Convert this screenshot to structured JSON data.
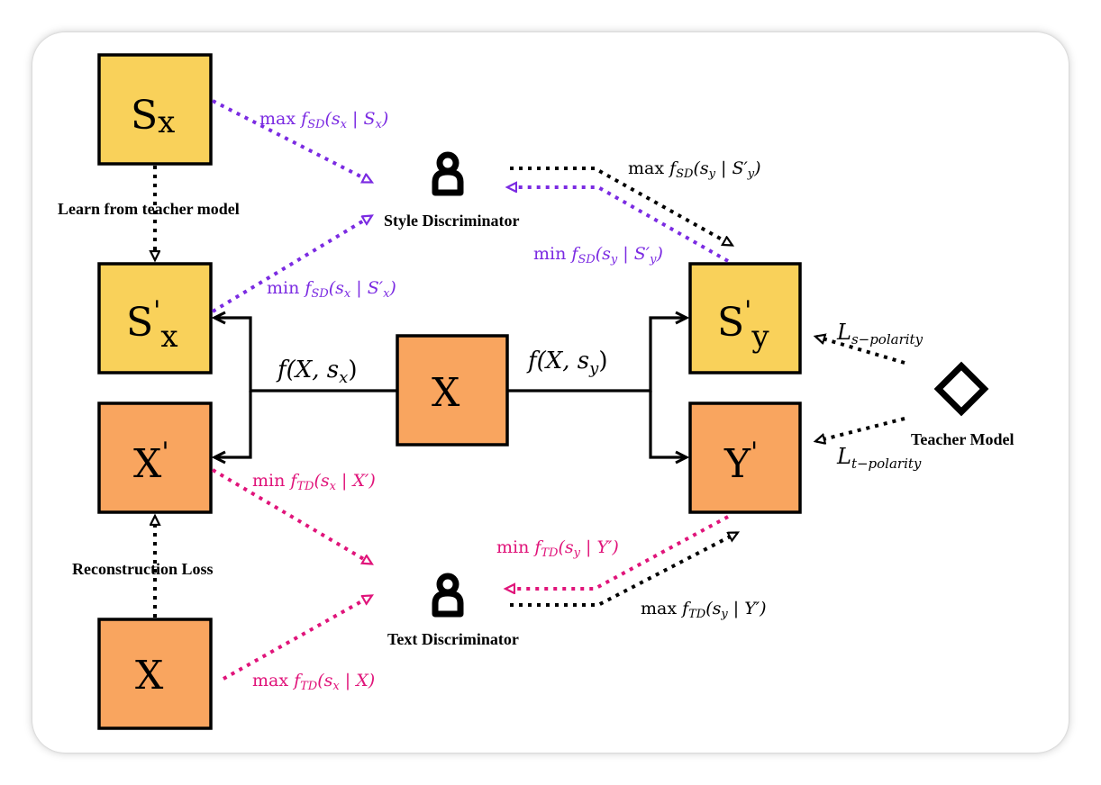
{
  "colors": {
    "style_box": "#F9D15A",
    "text_box": "#F9A55F",
    "style_arrow": "#7B2BE2",
    "text_arrow": "#E0147A",
    "black": "#000000"
  },
  "boxes": {
    "sx": {
      "main": "S",
      "sub": "x"
    },
    "sx_prime": {
      "main": "S",
      "prime": "'",
      "sub": "x"
    },
    "x_prime": {
      "main": "X",
      "prime": "'"
    },
    "x_bottom": {
      "main": "X"
    },
    "x_center": {
      "main": "X"
    },
    "sy_prime": {
      "main": "S",
      "prime": "'",
      "sub": "y"
    },
    "y_prime": {
      "main": "Y",
      "prime": "'"
    }
  },
  "labels": {
    "learn_from_teacher": "Learn from teacher model",
    "reconstruction_loss": "Reconstruction Loss",
    "style_discriminator": "Style Discriminator",
    "text_discriminator": "Text Discriminator",
    "teacher_model": "Teacher Model",
    "f_x_sx": "f(X, s",
    "f_x_sx_sub": "x",
    "f_x_sy": "f(X, s",
    "f_x_sy_sub": "y",
    "close_paren": ")"
  },
  "formulas": {
    "max_fsd_sx": {
      "op": "max",
      "f": "f",
      "fsub": "SD",
      "arg": "(s",
      "argsub": "x",
      "mid": " | S",
      "midsub": "x",
      "end": ")"
    },
    "min_fsd_sx": {
      "op": "min",
      "f": "f",
      "fsub": "SD",
      "arg": "(s",
      "argsub": "x",
      "mid": " | S′",
      "midsub": "x",
      "end": ")"
    },
    "max_fsd_sy": {
      "op": "max",
      "f": "f",
      "fsub": "SD",
      "arg": "(s",
      "argsub": "y",
      "mid": " | S′",
      "midsub": "y",
      "end": ")"
    },
    "min_fsd_sy": {
      "op": "min",
      "f": "f",
      "fsub": "SD",
      "arg": "(s",
      "argsub": "y",
      "mid": " | S′",
      "midsub": "y",
      "end": ")"
    },
    "min_ftd_sx": {
      "op": "min",
      "f": "f",
      "fsub": "TD",
      "arg": "(s",
      "argsub": "x",
      "mid": " | X′",
      "end": ")"
    },
    "max_ftd_sx": {
      "op": "max",
      "f": "f",
      "fsub": "TD",
      "arg": "(s",
      "argsub": "x",
      "mid": " | X",
      "end": ")"
    },
    "min_ftd_sy": {
      "op": "min",
      "f": "f",
      "fsub": "TD",
      "arg": "(s",
      "argsub": "y",
      "mid": " | Y′",
      "end": ")"
    },
    "max_ftd_sy": {
      "op": "max",
      "f": "f",
      "fsub": "TD",
      "arg": "(s",
      "argsub": "y",
      "mid": " | Y′",
      "end": ")"
    },
    "l_s_polarity": {
      "main": "L",
      "sub": "s−polarity"
    },
    "l_t_polarity": {
      "main": "L",
      "sub": "t−polarity"
    }
  }
}
